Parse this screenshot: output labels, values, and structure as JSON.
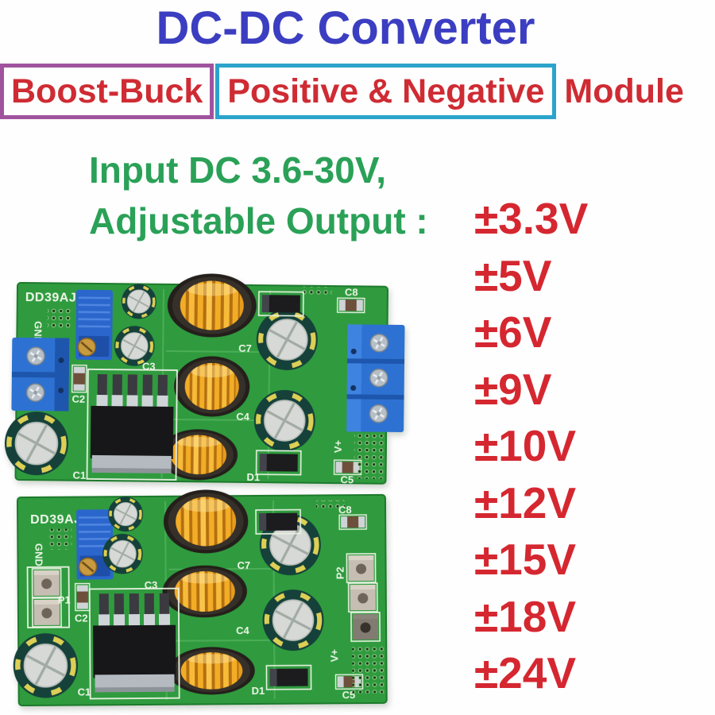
{
  "theme": {
    "page_bg": "#fefefe",
    "title_blue": "#3b3ec1",
    "subtitle_red": "#cf2b33",
    "purple_box": "#a0549e",
    "cyan_box": "#2ba4cc",
    "green_text": "#2aa157",
    "voltage_red": "#d52730",
    "pcb_green": "#2f9b3e"
  },
  "header": {
    "title": "DC-DC Converter",
    "subtitle_boxed_purple": "Boost-Buck",
    "subtitle_boxed_cyan": "Positive & Negative",
    "subtitle_plain": "Module"
  },
  "description": {
    "line1": "Input DC 3.6-30V,",
    "line2": "Adjustable Output :"
  },
  "voltages": {
    "items": [
      "±3.3V",
      "±5V",
      "±6V",
      "±9V",
      "±10V",
      "±12V",
      "±15V",
      "±18V",
      "±24V"
    ]
  },
  "boards": {
    "labels": {
      "model": "DD39AJP",
      "gnd": "GND",
      "vplus": "V+",
      "c1": "C1",
      "c2": "C2",
      "c3": "C3",
      "c4": "C4",
      "c5": "C5",
      "c7": "C7",
      "c8": "C8",
      "d1": "D1",
      "p1": "P1",
      "p2": "P2"
    }
  }
}
